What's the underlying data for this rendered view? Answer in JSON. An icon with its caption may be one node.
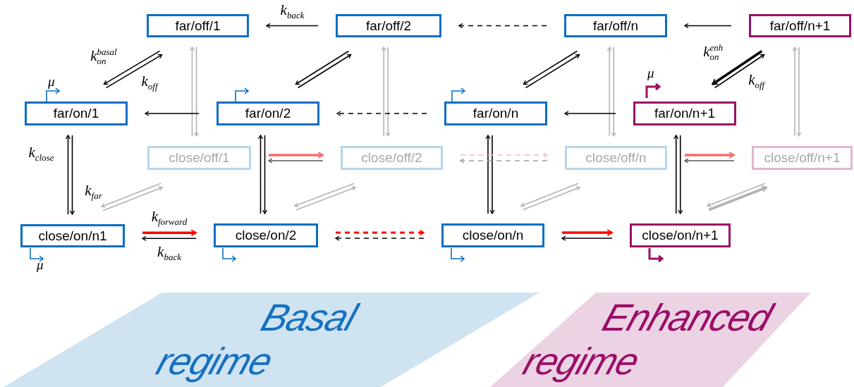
{
  "diagram": {
    "nodes": [
      {
        "text": [
          "far/off/1"
        ]
      },
      {
        "text": [
          "far/off/2"
        ]
      },
      {
        "text": [
          "far/off/n"
        ]
      },
      {
        "text": [
          "far/off/n+1"
        ]
      },
      {
        "text": [
          "far/on/1"
        ],
        "beside": [
          "μ"
        ]
      },
      {
        "text": [
          "far/on/2"
        ]
      },
      {
        "text": [
          "far/on/n"
        ]
      },
      {
        "text": [
          "far/on/n+1"
        ],
        "beside": [
          "μ"
        ]
      },
      {
        "text": [
          "close/off/1"
        ]
      },
      {
        "text": [
          "close/off/2"
        ]
      },
      {
        "text": [
          "close/off/n"
        ]
      },
      {
        "text": [
          "close/off/n+1"
        ]
      },
      {
        "text": [
          "close/on/n1"
        ],
        "beside": [
          "μ"
        ]
      },
      {
        "text": [
          "close/on/2"
        ]
      },
      {
        "text": [
          "close/on/n"
        ]
      },
      {
        "text": [
          "close/on/n+1"
        ]
      },
      {
        "text": [
          "Basal regime"
        ]
      },
      {
        "text": [
          "Enhanced regime"
        ]
      }
    ],
    "edges": [
      {
        "from": 1,
        "to": 0,
        "arrow": "to",
        "label": "k$_{back}$"
      },
      {
        "from": 2,
        "to": 1,
        "arrow": "to",
        "style": "dashed"
      },
      {
        "from": 3,
        "to": 2,
        "arrow": "to"
      },
      {
        "from": 0,
        "to": 4,
        "arrow": "to",
        "label": "k$_{on}$$^{basal}$"
      },
      {
        "from": 4,
        "to": 0,
        "arrow": "to",
        "label": "k$_{off}$"
      },
      {
        "from": 1,
        "to": 5,
        "arrow": "to"
      },
      {
        "from": 5,
        "to": 1,
        "arrow": "to"
      },
      {
        "from": 2,
        "to": 6,
        "arrow": "to"
      },
      {
        "from": 6,
        "to": 2,
        "arrow": "to"
      },
      {
        "from": 3,
        "to": 7,
        "arrow": "to",
        "style": "thick",
        "label": "k$_{on}$$^{enh}$"
      },
      {
        "from": 7,
        "to": 3,
        "arrow": "to",
        "label": "k$_{off}$"
      },
      {
        "from": 0,
        "to": 8,
        "arrow": "to",
        "color": "#b3b3b3"
      },
      {
        "from": 8,
        "to": 0,
        "arrow": "to",
        "color": "#b3b3b3"
      },
      {
        "from": 1,
        "to": 9,
        "arrow": "to",
        "color": "#b3b3b3"
      },
      {
        "from": 9,
        "to": 1,
        "arrow": "to",
        "color": "#b3b3b3"
      },
      {
        "from": 2,
        "to": 10,
        "arrow": "to",
        "color": "#b3b3b3"
      },
      {
        "from": 10,
        "to": 2,
        "arrow": "to",
        "color": "#b3b3b3"
      },
      {
        "from": 3,
        "to": 11,
        "arrow": "to",
        "color": "#b3b3b3"
      },
      {
        "from": 11,
        "to": 3,
        "arrow": "to",
        "color": "#b3b3b3"
      },
      {
        "from": 5,
        "to": 4,
        "arrow": "to"
      },
      {
        "from": 6,
        "to": 5,
        "arrow": "to",
        "style": "dashed"
      },
      {
        "from": 7,
        "to": 6,
        "arrow": "to"
      },
      {
        "from": 12,
        "to": 4,
        "arrow": "to",
        "label": "k$_{close}$"
      },
      {
        "from": 4,
        "to": 12,
        "arrow": "to",
        "label": "k$_{far}$"
      },
      {
        "from": 13,
        "to": 5,
        "arrow": "to"
      },
      {
        "from": 5,
        "to": 13,
        "arrow": "to"
      },
      {
        "from": 14,
        "to": 6,
        "arrow": "to"
      },
      {
        "from": 6,
        "to": 14,
        "arrow": "to"
      },
      {
        "from": 15,
        "to": 7,
        "arrow": "to"
      },
      {
        "from": 7,
        "to": 15,
        "arrow": "to"
      },
      {
        "from": 8,
        "to": 9,
        "arrow": "to",
        "style": "thick",
        "color": "#f26d6d"
      },
      {
        "from": 9,
        "to": 8,
        "arrow": "to",
        "color": "#555555"
      },
      {
        "from": 9,
        "to": 10,
        "arrow": "to",
        "style": "dashed",
        "color": "#ffb6b6"
      },
      {
        "from": 10,
        "to": 9,
        "arrow": "to",
        "style": "dashed",
        "color": "#a0a0a0"
      },
      {
        "from": 10,
        "to": 11,
        "arrow": "to",
        "style": "thick",
        "color": "#f26d6d"
      },
      {
        "from": 11,
        "to": 10,
        "arrow": "to",
        "color": "#555555"
      },
      {
        "from": 8,
        "to": 12,
        "arrow": "to",
        "color": "#b3b3b3"
      },
      {
        "from": 12,
        "to": 8,
        "arrow": "to",
        "color": "#b3b3b3"
      },
      {
        "from": 9,
        "to": 13,
        "arrow": "to",
        "color": "#b3b3b3"
      },
      {
        "from": 13,
        "to": 9,
        "arrow": "to",
        "color": "#b3b3b3"
      },
      {
        "from": 10,
        "to": 14,
        "arrow": "to",
        "color": "#b3b3b3"
      },
      {
        "from": 14,
        "to": 10,
        "arrow": "to",
        "color": "#b3b3b3"
      },
      {
        "from": 11,
        "to": 15,
        "arrow": "to",
        "color": "#b3b3b3"
      },
      {
        "from": 15,
        "to": 11,
        "arrow": "to",
        "style": "thick",
        "color": "#b3b3b3"
      },
      {
        "from": 12,
        "to": 13,
        "arrow": "to",
        "style": "thick",
        "color": "#ff0000",
        "label": "k$_{forward}$"
      },
      {
        "from": 13,
        "to": 12,
        "arrow": "to",
        "label": "k$_{back}$"
      },
      {
        "from": 13,
        "to": 14,
        "arrow": "to",
        "style": "dashed",
        "color": "#ff0000"
      },
      {
        "from": 14,
        "to": 13,
        "arrow": "to",
        "style": "dashed"
      },
      {
        "from": 14,
        "to": 15,
        "arrow": "to",
        "style": "thick",
        "color": "#ff0000"
      },
      {
        "from": 15,
        "to": 14,
        "arrow": "to"
      }
    ]
  }
}
